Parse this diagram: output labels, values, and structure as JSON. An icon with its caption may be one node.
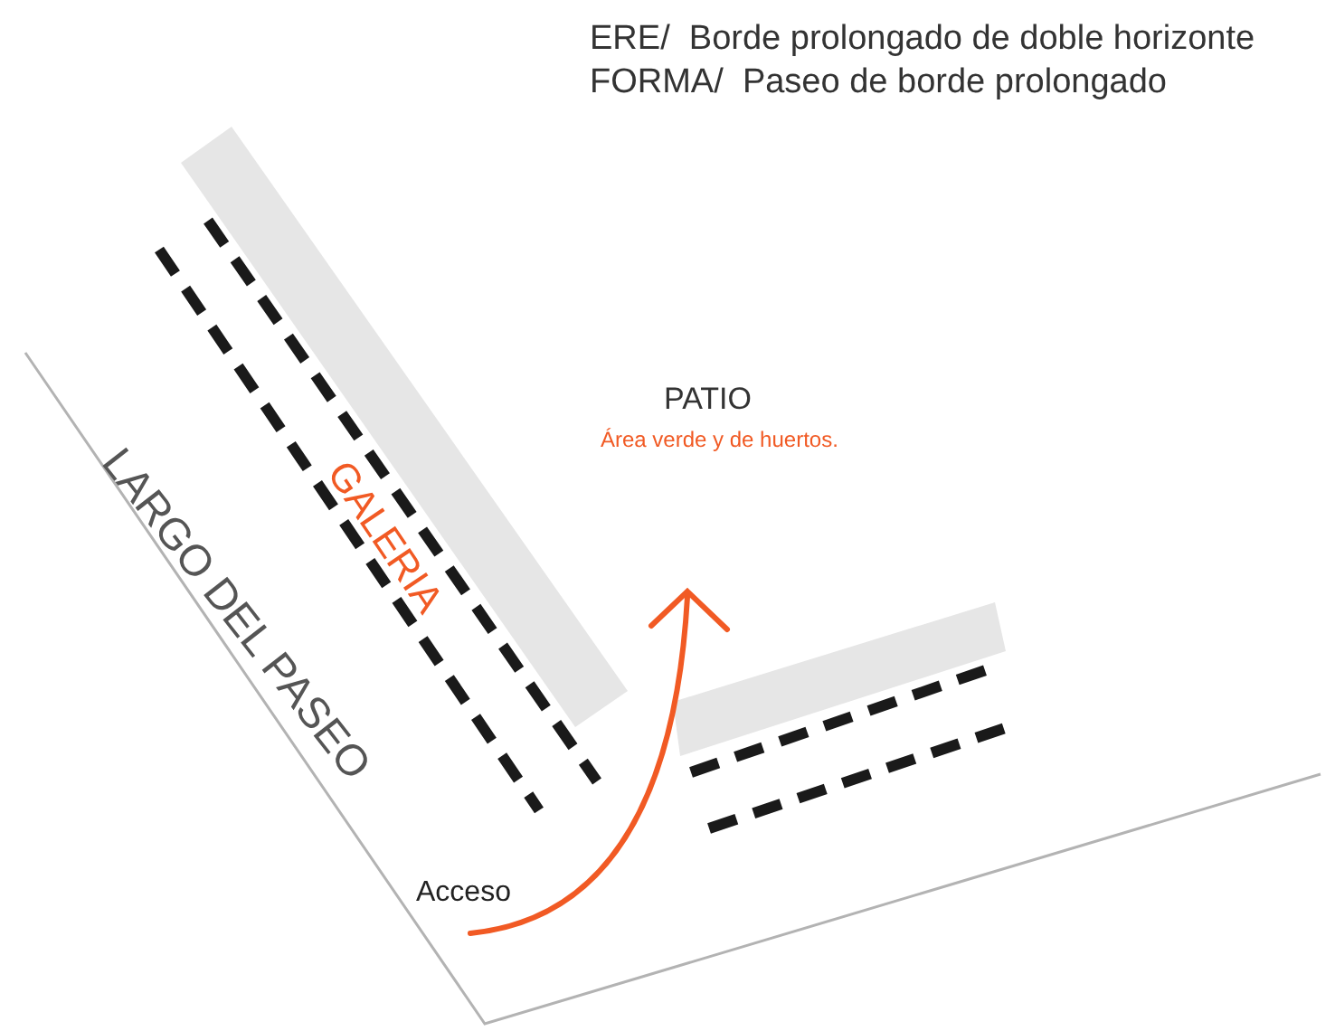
{
  "diagram": {
    "labels": [
      "ERE/  Borde prolongado de doble horizonte",
      "FORMA/  Paseo de borde prolongado",
      "PATIO",
      "Área verde y de huertos.",
      "GALERIA",
      "LARGO DEL PASEO",
      "Acceso"
    ]
  }
}
